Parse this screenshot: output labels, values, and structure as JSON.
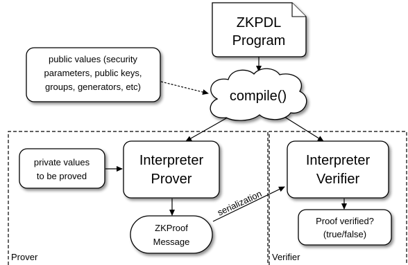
{
  "diagram": {
    "program": [
      "ZKPDL",
      "Program"
    ],
    "public_values": [
      "public values (security",
      "parameters, public keys,",
      "groups, generators, etc)"
    ],
    "compile": "compile()",
    "private_values": [
      "private values",
      "to be proved"
    ],
    "prover": [
      "Interpreter",
      "Prover"
    ],
    "verifier": [
      "Interpreter",
      "Verifier"
    ],
    "proof_message": [
      "ZKProof",
      "Message"
    ],
    "proof_verified": [
      "Proof verified?",
      "(true/false)"
    ],
    "serialization": "serialization",
    "region_prover": "Prover",
    "region_verifier": "Verifier"
  }
}
